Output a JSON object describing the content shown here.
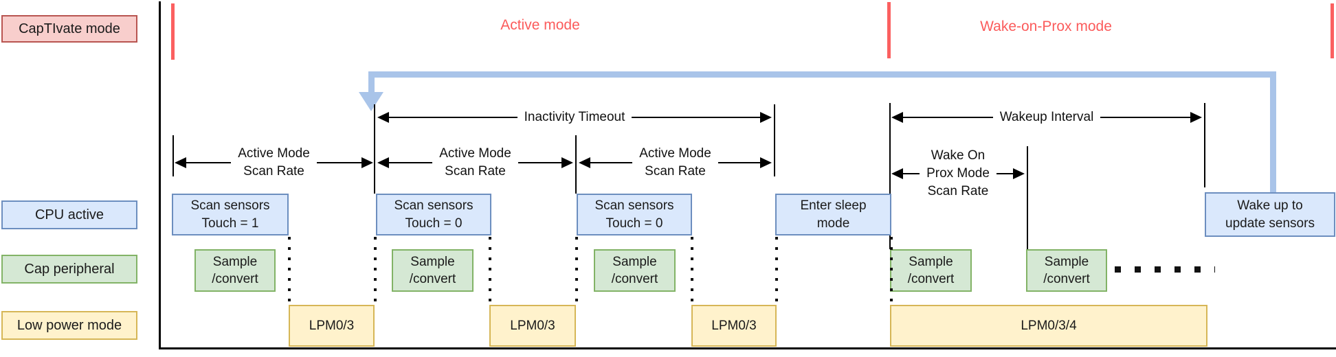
{
  "legend": {
    "captivate_mode": "CapTIvate mode",
    "cpu_active": "CPU active",
    "cap_peripheral": "Cap peripheral",
    "low_power_mode": "Low power mode"
  },
  "modes": {
    "active": "Active mode",
    "wake_on_prox": "Wake-on-Prox mode"
  },
  "dimensions": {
    "inactivity_timeout": "Inactivity Timeout",
    "wakeup_interval": "Wakeup Interval",
    "active_scan_rate": {
      "line1": "Active Mode",
      "line2": "Scan Rate"
    },
    "wake_on_prox_scan_rate": {
      "line1": "Wake On",
      "line2": "Prox Mode",
      "line3": "Scan Rate"
    }
  },
  "timeline": {
    "scan_boxes": [
      {
        "line1": "Scan sensors",
        "line2": "Touch = 1"
      },
      {
        "line1": "Scan sensors",
        "line2": "Touch = 0"
      },
      {
        "line1": "Scan sensors",
        "line2": "Touch = 0"
      }
    ],
    "sleep_box": {
      "line1": "Enter sleep",
      "line2": "mode"
    },
    "wake_box": {
      "line1": "Wake up to",
      "line2": "update sensors"
    },
    "sample_box": {
      "line1": "Sample",
      "line2": "/convert"
    },
    "lpm_active": "LPM0/3",
    "lpm_wake_on_prox": "LPM0/3/4"
  },
  "colors": {
    "red_accent": "#fb5b5b",
    "blue_fill": "#dae8fc",
    "blue_stroke": "#6c8ebf",
    "green_fill": "#d5e8d4",
    "green_stroke": "#82b366",
    "yellow_fill": "#fff2cc",
    "yellow_stroke": "#d6b656",
    "pink_fill": "#f8cecc",
    "pink_stroke": "#b85450",
    "loop_arrow": "#a9c4e9"
  }
}
